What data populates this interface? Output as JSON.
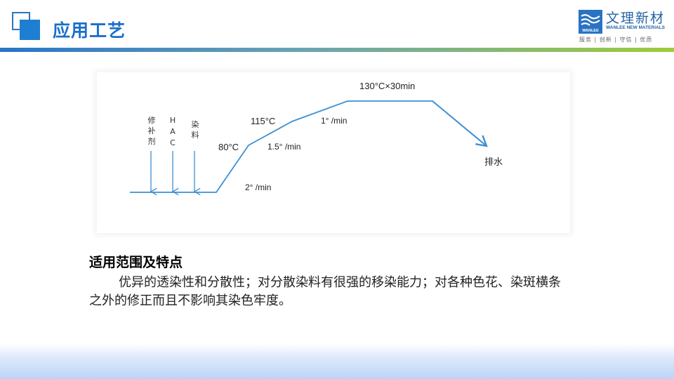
{
  "header": {
    "title": "应用工艺"
  },
  "brand": {
    "name_cn": "文理新材",
    "name_en": "WANLEE NEW MATERIALS",
    "logo_text": "WANLEE",
    "slogan": "服务 | 创新 | 守信 | 优质"
  },
  "diagram": {
    "additives": [
      {
        "label_lines": [
          "修",
          "补",
          "剂"
        ]
      },
      {
        "label_lines": [
          "H",
          "A",
          "C"
        ]
      },
      {
        "label_lines": [
          "染",
          "料"
        ]
      }
    ],
    "temperatures": {
      "t1": "80°C",
      "t2": "115°C",
      "t3": "130°C×30min"
    },
    "rates": {
      "r1": "2° /min",
      "r2": "1.5° /min",
      "r3": "1° /min"
    },
    "drain_label": "排水"
  },
  "section": {
    "heading": "适用范围及特点",
    "description": "优异的透染性和分散性；对分散染料有很强的移染能力；对各种色花、染斑横条之外的修正而且不影响其染色牢度。"
  },
  "colors": {
    "primary": "#1a6fc9",
    "line": "#3d8fd1",
    "accent_green": "#9fcb3a"
  }
}
